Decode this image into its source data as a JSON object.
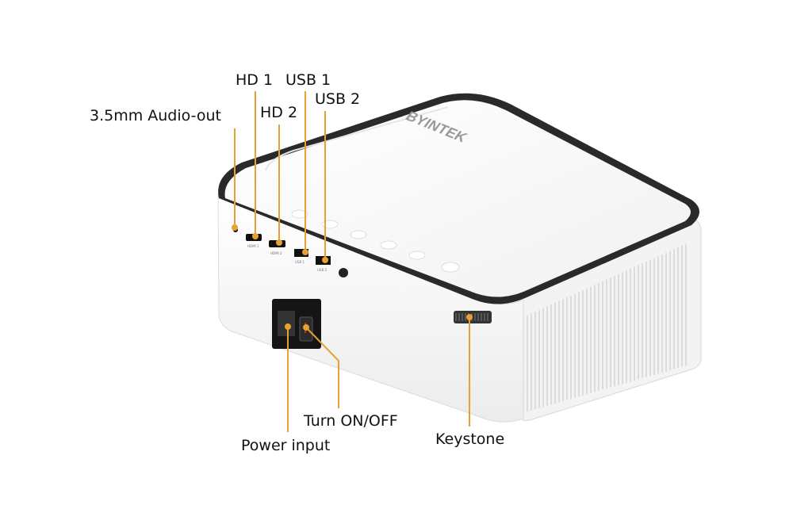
{
  "brand": "BYINTEK",
  "leader_color": "#e8a030",
  "labels": {
    "audio_out": "3.5mm Audio-out",
    "hd1": "HD 1",
    "hd2": "HD 2",
    "usb1": "USB 1",
    "usb2": "USB 2",
    "power_input": "Power input",
    "power_switch": "Turn ON/OFF",
    "keystone": "Keystone"
  },
  "port_marks": [
    "HDMI 1",
    "HDMI 2",
    "USB 1",
    "USB 2"
  ]
}
